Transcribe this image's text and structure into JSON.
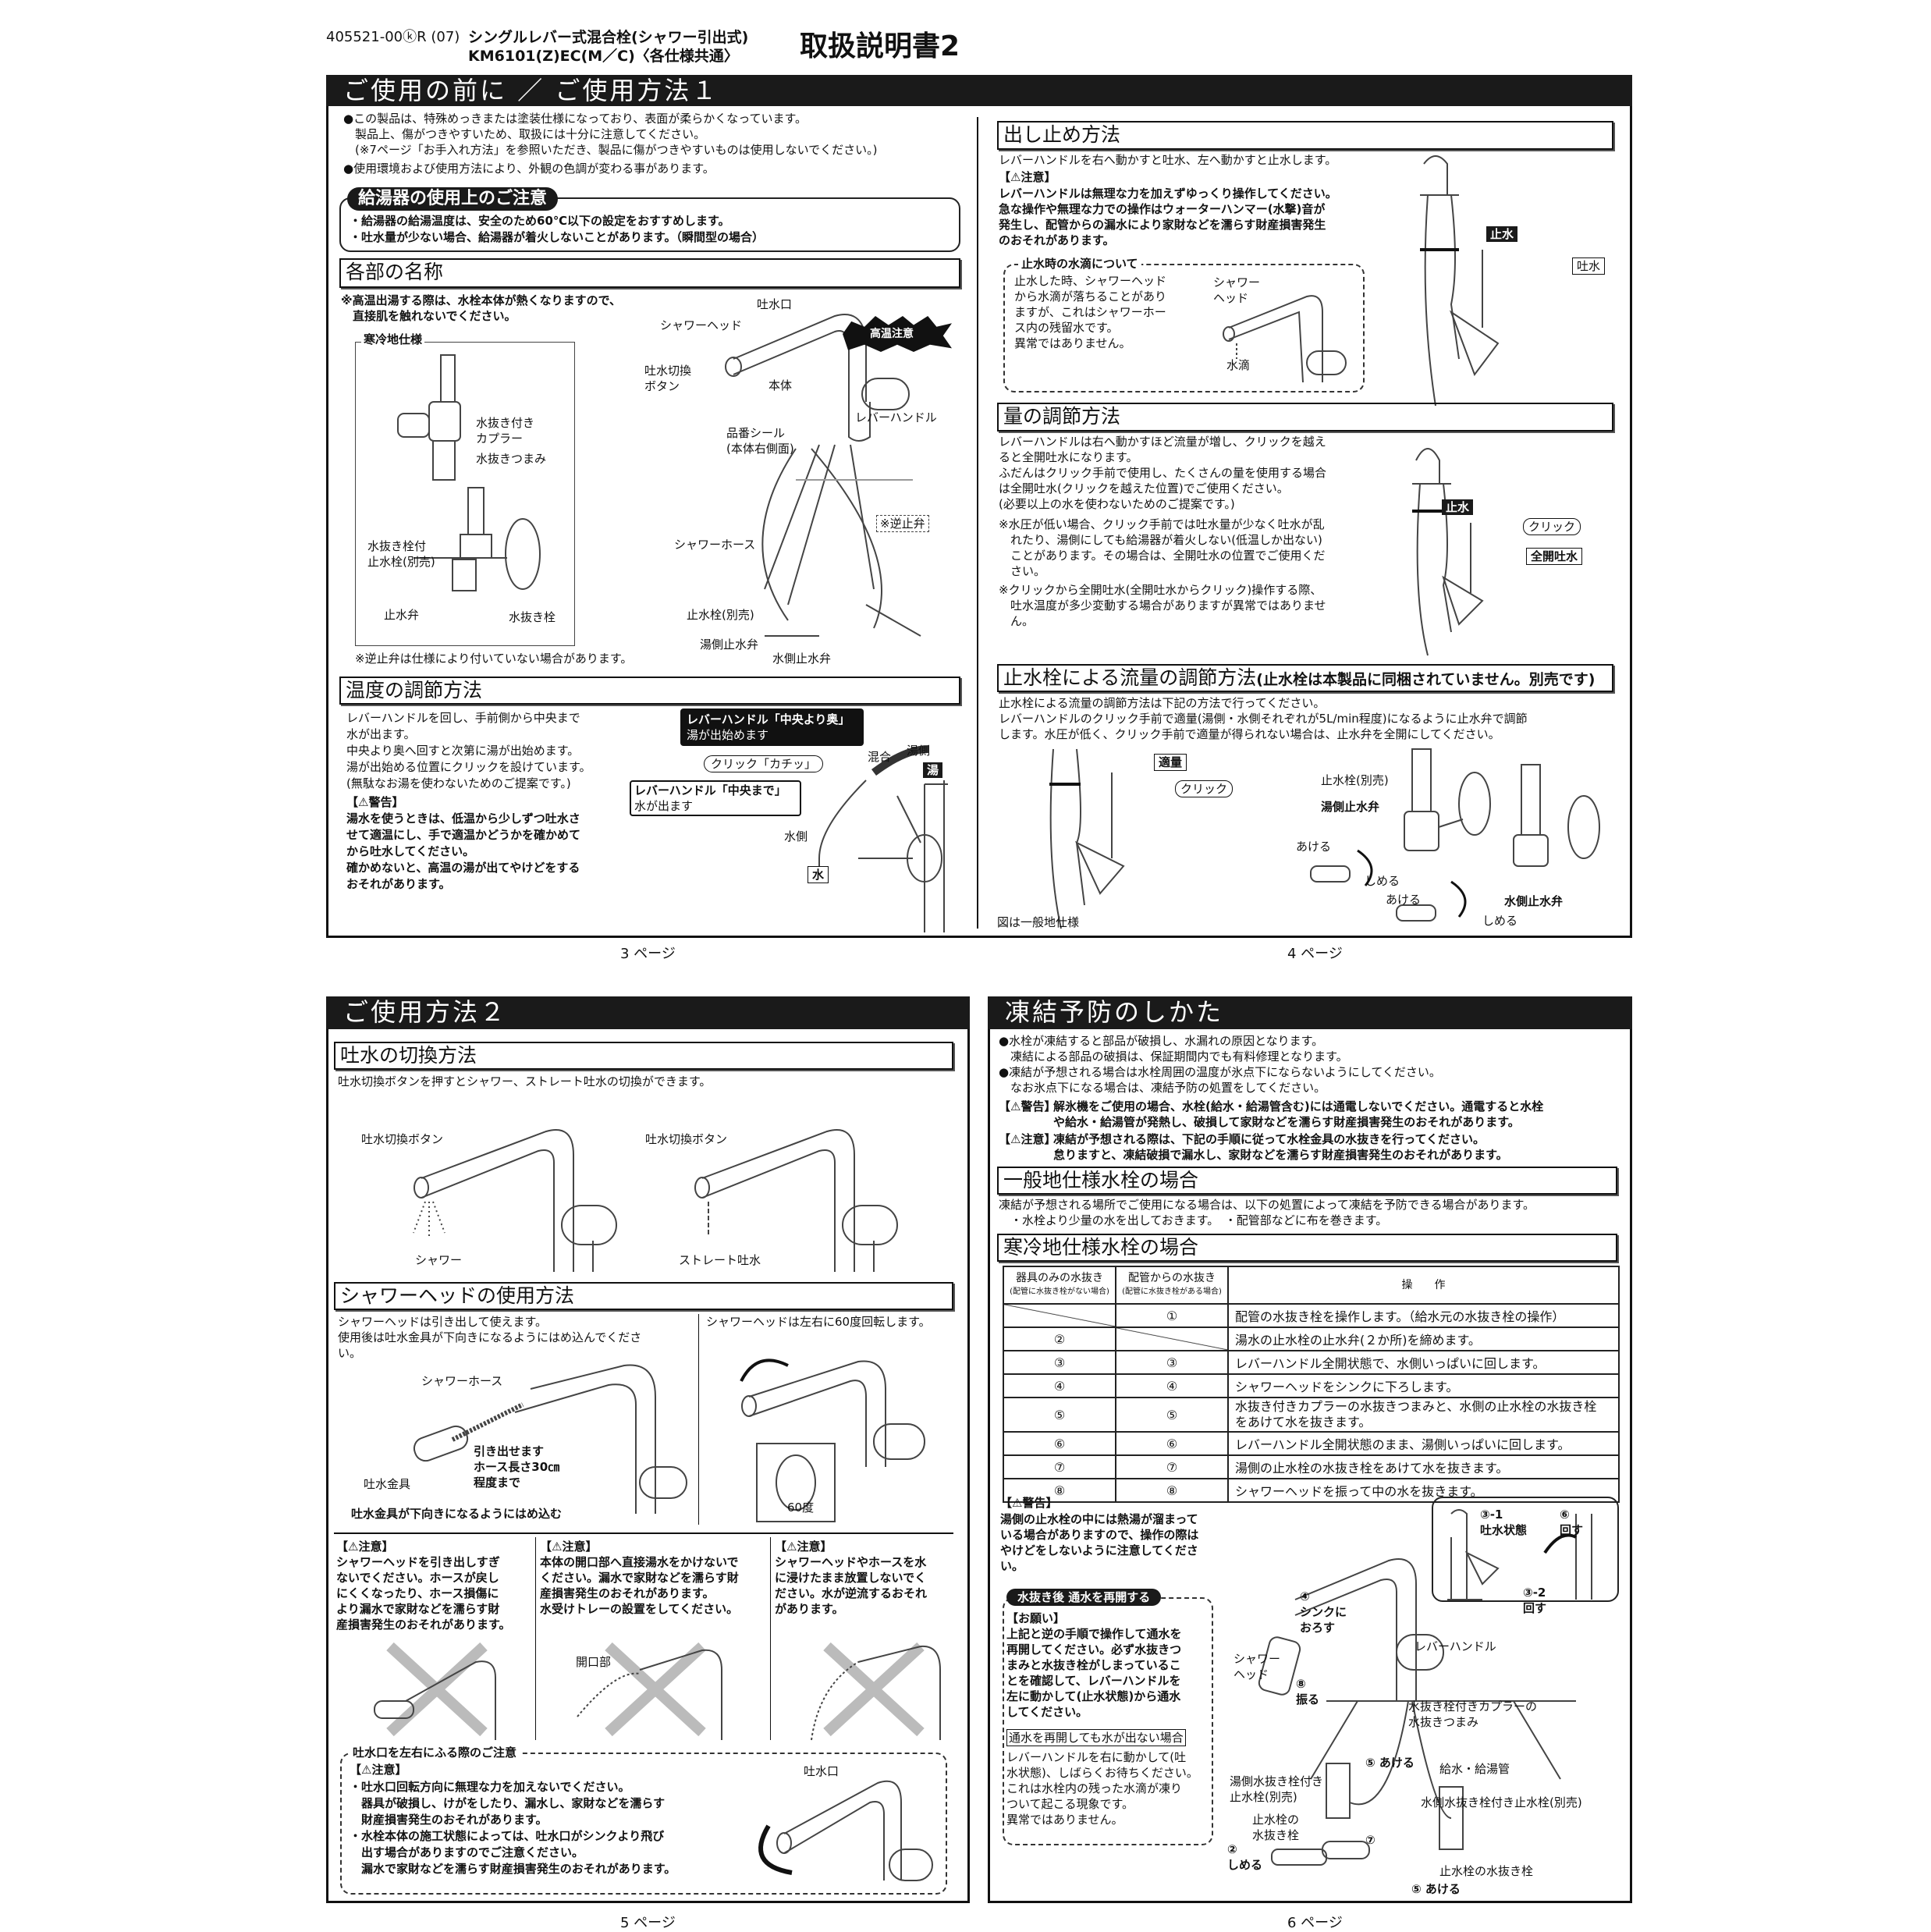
{
  "header": {
    "doc_code": "405521-00ⓚR (07)",
    "product_line1": "シングルレバー式混合栓(シャワー引出式)",
    "product_line2": "KM6101(Z)EC(M／C)〈各仕様共通〉",
    "doc_title": "取扱説明書2"
  },
  "page3": {
    "bar_title": "ご使用の前に ／ ご使用方法１",
    "bullets": [
      "●この製品は、特殊めっきまたは塗装仕様になっており、表面が柔らかくなっています。\n　製品上、傷がつきやすいため、取扱には十分に注意してください。\n　(※7ページ「お手入れ方法」を参照いただき、製品に傷がつきやすいものは使用しないでください。)",
      "●使用環境および使用方法により、外観の色調が変わる事があります。"
    ],
    "heater": {
      "title": "給湯器の使用上のご注意",
      "items": [
        "・給湯器の給湯温度は、安全のため60℃以下の設定をおすすめします。",
        "・吐水量が少ない場合、給湯器が着火しないことがあります。（瞬間型の場合）"
      ]
    },
    "parts": {
      "title": "各部の名称",
      "note": "※高温出湯する際は、水栓本体が熱くなりますので、\n　直接肌を触れないでください。",
      "cold_title": "寒冷地仕様",
      "cold_labels": [
        "水抜き付き\nカプラー",
        "水抜きつまみ",
        "水抜き栓付\n止水栓(別売)",
        "止水弁",
        "水抜き栓"
      ],
      "labels": {
        "spout": "吐水口",
        "shower_head": "シャワーヘッド",
        "hot_warning": "高温注意",
        "switch_button": "吐水切換\nボタン",
        "body": "本体",
        "lever": "レバーハンドル",
        "seal": "品番シール\n(本体右側面)",
        "check_valve": "※逆止弁",
        "hose": "シャワーホース",
        "stop_valve": "止水栓(別売)",
        "hot_valve": "湯側止水弁",
        "cold_valve": "水側止水弁"
      },
      "footnote": "※逆止弁は仕様により付いていない場合があります。"
    },
    "temperature": {
      "title": "温度の調節方法",
      "text": "レバーハンドルを回し、手前側から中央まで\n水が出ます。\n中央より奥へ回すと次第に湯が出始めます。\n湯が出始める位置にクリックを設けています。\n(無駄なお湯を使わないためのご提案です。)",
      "warning_label": "【⚠警告】",
      "warning_text": "湯水を使うときは、低温から少しずつ吐水さ\nせて適温にし、手で適温かどうかを確かめて\nから吐水してください。\n確かめないと、高温の湯が出てやけどをする\nおそれがあります。",
      "callout_back_title": "レバーハンドル「中央より奥」",
      "callout_back_text": "湯が出始めます",
      "callout_click": "クリック「カチッ」",
      "callout_center_title": "レバーハンドル「中央まで」",
      "callout_center_text": "水が出ます",
      "mix": "混合",
      "hot_side": "湯側",
      "hot": "湯",
      "cold_side": "水側",
      "cold": "水"
    },
    "page_label": "3 ページ"
  },
  "page4": {
    "onoff": {
      "title": "出し止め方法",
      "text": "レバーハンドルを右へ動かすと吐水、左へ動かすと止水します。",
      "caution_label": "【⚠注意】",
      "caution_text": "レバーハンドルは無理な力を加えずゆっくり操作してください。\n急な操作や無理な力での操作はウォーターハンマー(水撃)音が\n発生し、配管からの漏水により家財などを濡らす財産損害発生\nのおそれがあります。",
      "drip_title": "止水時の水滴について",
      "drip_text": "止水した時、シャワーヘッド\nから水滴が落ちることがあり\nますが、これはシャワーホー\nス内の残留水です。\n異常ではありません。",
      "drip_head": "シャワー\nヘッド",
      "drip_label": "水滴",
      "stop": "止水",
      "discharge": "吐水"
    },
    "flow": {
      "title": "量の調節方法",
      "text": "レバーハンドルは右へ動かすほど流量が増し、クリックを越え\nると全開吐水になります。\nふだんはクリック手前で使用し、たくさんの量を使用する場合\nは全開吐水(クリックを越えた位置)でご使用ください。\n(必要以上の水を使わないためのご提案です。)",
      "note1": "※水圧が低い場合、クリック手前では吐水量が少なく吐水が乱\n　れたり、湯側にしても給湯器が着火しない(低温しか出ない)\n　ことがあります。その場合は、全開吐水の位置でご使用くだ\n　さい。",
      "note2": "※クリックから全開吐水(全開吐水からクリック)操作する際、\n　吐水温度が多少変動する場合がありますが異常ではありませ\n　ん。",
      "stop": "止水",
      "click": "クリック",
      "full": "全開吐水"
    },
    "valve": {
      "title": "止水栓による流量の調節方法",
      "title_note": "(止水栓は本製品に同梱されていません。別売です)",
      "text": "止水栓による流量の調節方法は下記の方法で行ってください。\nレバーハンドルのクリック手前で適量(湯側・水側それぞれが5L/min程度)になるように止水弁で調節\nします。水圧が低く、クリック手前で適量が得られない場合は、止水弁を全開にしてください。",
      "proper": "適量",
      "click": "クリック",
      "stop_valve": "止水栓(別売)",
      "hot_valve": "湯側止水弁",
      "open1": "あける",
      "close1": "しめる",
      "open2": "あける",
      "cold_valve": "水側止水弁",
      "close2": "しめる",
      "fig_note": "図は一般地仕様"
    },
    "page_label": "4 ページ"
  },
  "page5": {
    "bar_title": "ご使用方法２",
    "switch": {
      "title": "吐水の切換方法",
      "text": "吐水切換ボタンを押すとシャワー、ストレート吐水の切換ができます。",
      "button1": "吐水切換ボタン",
      "button2": "吐水切換ボタン",
      "shower": "シャワー",
      "straight": "ストレート吐水"
    },
    "head": {
      "title": "シャワーヘッドの使用方法",
      "text_left": "シャワーヘッドは引き出して使えます。\n使用後は吐水金具が下向きになるようにはめ込んでくださ\nい。",
      "text_right": "シャワーヘッドは左右に60度回転します。",
      "hose": "シャワーホース",
      "pull": "引き出せます\nホース長さ30㎝\n程度まで",
      "fitting": "吐水金具",
      "fit_note": "吐水金具が下向きになるようにはめ込む",
      "angle": "60度"
    },
    "cautions": [
      {
        "label": "【⚠注意】",
        "text": "シャワーヘッドを引き出しすぎ\nないでください。ホースが戻し\nにくくなったり、ホース損傷に\nより漏水で家財などを濡らす財\n産損害発生のおそれがあります。"
      },
      {
        "label": "【⚠注意】",
        "text": "本体の開口部へ直接湯水をかけないで\nください。漏水で家財などを濡らす財\n産損害発生のおそれがあります。\n水受けトレーの設置をしてください。",
        "opening": "開口部"
      },
      {
        "label": "【⚠注意】",
        "text": "シャワーヘッドやホースを水\nに浸けたまま放置しないでく\nださい。水が逆流するおそれ\nがあります。"
      }
    ],
    "swing": {
      "title": "吐水口を左右にふる際のご注意",
      "label": "【⚠注意】",
      "text": "・吐水口回転方向に無理な力を加えないでください。\n　器具が破損し、けがをしたり、漏水し、家財などを濡らす\n　財産損害発生のおそれがあります。\n・水栓本体の施工状態によっては、吐水口がシンクより飛び\n　出す場合がありますのでご注意ください。\n　漏水で家財などを濡らす財産損害発生のおそれがあります。",
      "spout": "吐水口"
    },
    "page_label": "5 ページ"
  },
  "page6": {
    "bar_title": "凍結予防のしかた",
    "bullets": "●水栓が凍結すると部品が破損し、水漏れの原因となります。\n　凍結による部品の破損は、保証期間内でも有料修理となります。\n●凍結が予想される場合は水栓周囲の温度が氷点下にならないようにしてください。\n　なお氷点下になる場合は、凍結予防の処置をしてください。",
    "warning_label": "【⚠警告】",
    "warning_text": "解氷機をご使用の場合、水栓(給水・給湯管含む)には通電しないでください。通電すると水栓\nや給水・給湯管が発熱し、破損して家財などを濡らす財産損害発生のおそれがあります。",
    "caution_label": "【⚠注意】",
    "caution_text": "凍結が予想される際は、下記の手順に従って水栓金具の水抜きを行ってください。\n怠りますと、凍結破損で漏水し、家財などを濡らす財産損害発生のおそれがあります。",
    "general": {
      "title": "一般地仕様水栓の場合",
      "text": "凍結が予想される場所でご使用になる場合は、以下の処置によって凍結を予防できる場合があります。\n　・水栓より少量の水を出しておきます。　・配管部などに布を巻きます。"
    },
    "cold": {
      "title": "寒冷地仕様水栓の場合",
      "headers": [
        "器具のみの水抜き",
        "(配管に水抜き栓がない場合)",
        "配管からの水抜き",
        "(配管に水抜き栓がある場合)",
        "操　　作"
      ],
      "rows": [
        {
          "a": "",
          "b": "①",
          "op": "配管の水抜き栓を操作します。（給水元の水抜き栓の操作）"
        },
        {
          "a": "②",
          "b": "",
          "op": "湯水の止水栓の止水弁(２か所)を締めます。"
        },
        {
          "a": "③",
          "b": "③",
          "op": "レバーハンドル全開状態で、水側いっぱいに回します。"
        },
        {
          "a": "④",
          "b": "④",
          "op": "シャワーヘッドをシンクに下ろします。"
        },
        {
          "a": "⑤",
          "b": "⑤",
          "op": "水抜き付きカプラーの水抜きつまみと、水側の止水栓の水抜き栓\nをあけて水を抜きます。"
        },
        {
          "a": "⑥",
          "b": "⑥",
          "op": "レバーハンドル全開状態のまま、湯側いっぱいに回します。"
        },
        {
          "a": "⑦",
          "b": "⑦",
          "op": "湯側の止水栓の水抜き栓をあけて水を抜きます。"
        },
        {
          "a": "⑧",
          "b": "⑧",
          "op": "シャワーヘッドを振って中の水を抜きます。"
        }
      ],
      "warning_label": "【⚠警告】",
      "warning_text": "湯側の止水栓の中には熱湯が溜まって\nいる場合がありますので、操作の際は\nやけどをしないように注意してくださ\nい。"
    },
    "resume": {
      "title": "水抜き後 通水を再開する",
      "request_label": "【お願い】",
      "request_text": "上記と逆の手順で操作して通水を\n再開してください。必ず水抜きつ\nまみと水抜き栓がしまっているこ\nとを確認して、レバーハンドルを\n左に動かして(止水状態)から通水\nしてください。",
      "no_water_title": "通水を再開しても水が出ない場合",
      "no_water_text": "レバーハンドルを右に動かして(吐\n水状態)、しばらくお待ちください。\nこれは水栓内の残った水滴が凍り\nついて起こる現象です。\n異常ではありません。"
    },
    "labels": {
      "s31": "③-1\n吐水状態",
      "s6": "⑥\n回す",
      "s32": "③-2\n回す",
      "s4": "④\nシンクに\nおろす",
      "lever": "レバーハンドル",
      "head": "シャワー\nヘッド",
      "s8": "⑧\n振る",
      "coupler": "水抜き栓付きカプラーの\n水抜きつまみ",
      "s5a": "⑤ あける",
      "pipe": "給水・給湯管",
      "hot_valve": "湯側水抜き栓付き\n止水栓(別売)",
      "cold_valve": "水側水抜き栓付き止水栓(別売)",
      "drain1": "止水栓の\n水抜き栓",
      "s7": "⑦",
      "s2": "②\nしめる",
      "drain2": "止水栓の水抜き栓",
      "s5b": "⑤ あける"
    },
    "page_label": "6 ページ"
  }
}
